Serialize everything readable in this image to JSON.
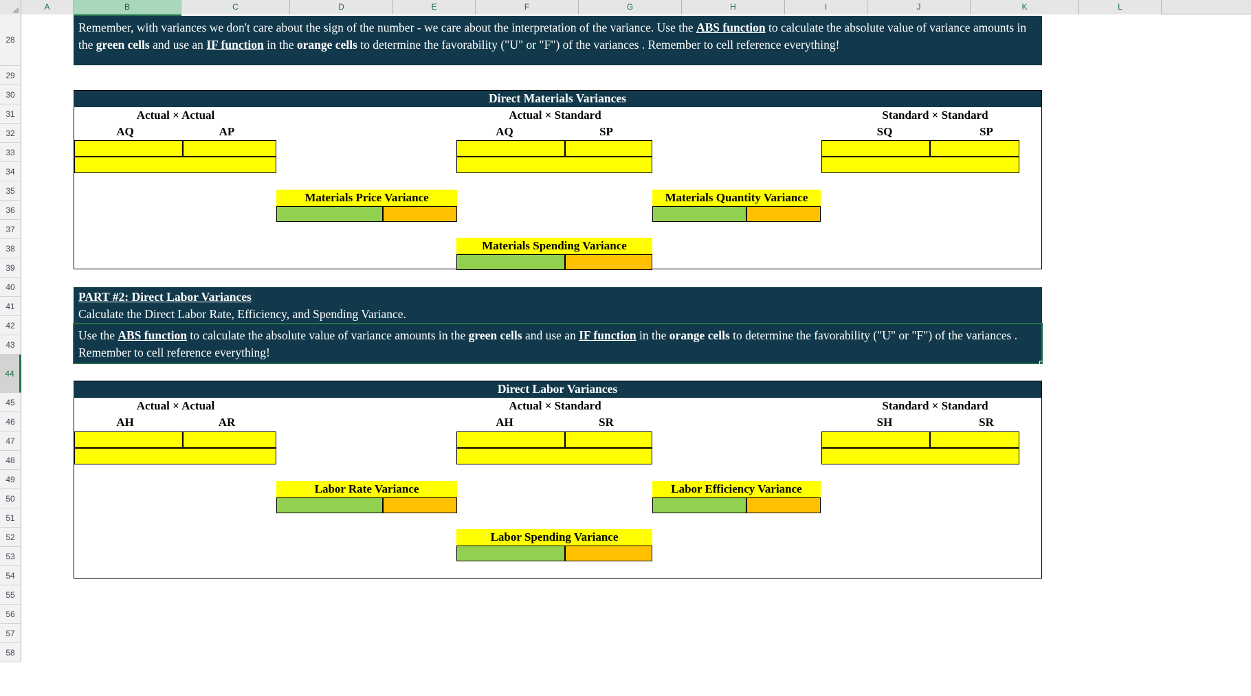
{
  "app": {
    "type": "spreadsheet",
    "selected_column": "B",
    "selected_row": "44"
  },
  "columns": [
    {
      "label": "A",
      "width": 76,
      "selected": false
    },
    {
      "label": "B",
      "width": 157,
      "selected": true
    },
    {
      "label": "C",
      "width": 158,
      "selected": false
    },
    {
      "label": "D",
      "width": 150,
      "selected": false
    },
    {
      "label": "E",
      "width": 120,
      "selected": false
    },
    {
      "label": "F",
      "width": 150,
      "selected": false
    },
    {
      "label": "G",
      "width": 150,
      "selected": false
    },
    {
      "label": "H",
      "width": 150,
      "selected": false
    },
    {
      "label": "I",
      "width": 120,
      "selected": false
    },
    {
      "label": "J",
      "width": 150,
      "selected": false
    },
    {
      "label": "K",
      "width": 158,
      "selected": false
    },
    {
      "label": "L",
      "width": 120,
      "selected": false
    }
  ],
  "rows": [
    {
      "label": "28",
      "height": 75,
      "selected": false
    },
    {
      "label": "29",
      "height": 28,
      "selected": false
    },
    {
      "label": "30",
      "height": 28,
      "selected": false
    },
    {
      "label": "31",
      "height": 28,
      "selected": false
    },
    {
      "label": "32",
      "height": 28,
      "selected": false
    },
    {
      "label": "33",
      "height": 28,
      "selected": false
    },
    {
      "label": "34",
      "height": 28,
      "selected": false
    },
    {
      "label": "35",
      "height": 28,
      "selected": false
    },
    {
      "label": "36",
      "height": 28,
      "selected": false
    },
    {
      "label": "37",
      "height": 28,
      "selected": false
    },
    {
      "label": "38",
      "height": 28,
      "selected": false
    },
    {
      "label": "39",
      "height": 28,
      "selected": false
    },
    {
      "label": "40",
      "height": 28,
      "selected": false
    },
    {
      "label": "41",
      "height": 28,
      "selected": false
    },
    {
      "label": "42",
      "height": 28,
      "selected": false
    },
    {
      "label": "43",
      "height": 28,
      "selected": false
    },
    {
      "label": "44",
      "height": 56,
      "selected": true
    },
    {
      "label": "45",
      "height": 28,
      "selected": false
    },
    {
      "label": "46",
      "height": 28,
      "selected": false
    },
    {
      "label": "47",
      "height": 28,
      "selected": false
    },
    {
      "label": "48",
      "height": 28,
      "selected": false
    },
    {
      "label": "49",
      "height": 28,
      "selected": false
    },
    {
      "label": "50",
      "height": 28,
      "selected": false
    },
    {
      "label": "51",
      "height": 28,
      "selected": false
    },
    {
      "label": "52",
      "height": 28,
      "selected": false
    },
    {
      "label": "53",
      "height": 28,
      "selected": false
    },
    {
      "label": "54",
      "height": 28,
      "selected": false
    },
    {
      "label": "55",
      "height": 28,
      "selected": false
    },
    {
      "label": "56",
      "height": 28,
      "selected": false
    },
    {
      "label": "57",
      "height": 28,
      "selected": false
    },
    {
      "label": "58",
      "height": 28,
      "selected": false
    }
  ],
  "colors": {
    "banner_bg": "#12394B",
    "banner_text": "#FFFFFF",
    "input_yellow": "#FFFF00",
    "green_cell": "#92D050",
    "orange_cell": "#FFC000",
    "header_green": "#217346",
    "selected_col_bg": "#A8D8B9"
  },
  "top_banner": {
    "name": "variance-instructions-banner",
    "segments": [
      {
        "text": "Remember, with variances we don't care about the sign of the number - we care about the interpretation of the variance. Use the ",
        "style": "normal"
      },
      {
        "text": "ABS function",
        "style": "bold-underline"
      },
      {
        "text": " to calculate the absolute value of variance amounts in the ",
        "style": "normal"
      },
      {
        "text": "green cells",
        "style": "bold"
      },
      {
        "text": " and use an ",
        "style": "normal"
      },
      {
        "text": "IF function",
        "style": "bold-underline"
      },
      {
        "text": " in the ",
        "style": "normal"
      },
      {
        "text": "orange cells",
        "style": "bold"
      },
      {
        "text": " to determine the favorability (\"U\" or \"F\") of the variances . Remember to cell reference everything!",
        "style": "normal"
      }
    ]
  },
  "materials_section": {
    "title": "Direct Materials Variances",
    "groups": [
      {
        "heading": "Actual × Actual",
        "left_label": "AQ",
        "right_label": "AP"
      },
      {
        "heading": "Actual × Standard",
        "left_label": "AQ",
        "right_label": "SP"
      },
      {
        "heading": "Standard × Standard",
        "left_label": "SQ",
        "right_label": "SP"
      }
    ],
    "variances": [
      {
        "label": "Materials Price Variance",
        "green": "",
        "orange": ""
      },
      {
        "label": "Materials Quantity Variance",
        "green": "",
        "orange": ""
      },
      {
        "label": "Materials Spending Variance",
        "green": "",
        "orange": ""
      }
    ]
  },
  "part2_banner": {
    "title": "PART #2: Direct Labor Variances ",
    "subtitle": "Calculate the Direct Labor Rate, Efficiency, and Spending Variance."
  },
  "part2_instructions": {
    "name": "labor-instructions-cell",
    "segments": [
      {
        "text": "Use the ",
        "style": "normal"
      },
      {
        "text": "ABS function",
        "style": "bold-underline"
      },
      {
        "text": " to calculate the absolute value of variance amounts in the ",
        "style": "normal"
      },
      {
        "text": "green cells",
        "style": "bold"
      },
      {
        "text": " and use an ",
        "style": "normal"
      },
      {
        "text": "IF function",
        "style": "bold-underline"
      },
      {
        "text": " in the ",
        "style": "normal"
      },
      {
        "text": "orange cells",
        "style": "bold"
      },
      {
        "text": " to determine the favorability (\"U\" or \"F\") of the variances . Remember to cell reference everything!",
        "style": "normal"
      }
    ]
  },
  "labor_section": {
    "title": "Direct Labor Variances",
    "groups": [
      {
        "heading": "Actual × Actual",
        "left_label": "AH",
        "right_label": "AR"
      },
      {
        "heading": "Actual × Standard",
        "left_label": "AH",
        "right_label": "SR"
      },
      {
        "heading": "Standard × Standard",
        "left_label": "SH",
        "right_label": "SR"
      }
    ],
    "variances": [
      {
        "label": "Labor Rate Variance",
        "green": "",
        "orange": ""
      },
      {
        "label": "Labor Efficiency Variance",
        "green": "",
        "orange": ""
      },
      {
        "label": "Labor Spending Variance",
        "green": "",
        "orange": ""
      }
    ]
  }
}
